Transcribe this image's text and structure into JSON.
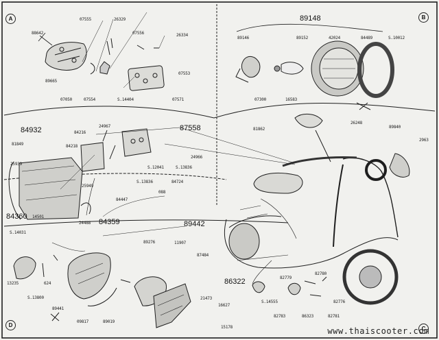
{
  "sections": {
    "a": "A",
    "b": "B",
    "c": "C",
    "d": "D"
  },
  "parts": {
    "p88642": "88642",
    "p07555": "07555",
    "p26329": "26329",
    "p07556": "07556",
    "p26334": "26334",
    "p89665": "89665",
    "p07553": "07553",
    "p07050": "07050",
    "p07554": "07554",
    "s14404": "S.14404",
    "p07571": "07571",
    "p89148": "89148",
    "p89146": "89146",
    "p89152": "89152",
    "p42024": "42024",
    "p84489": "84489",
    "s10012": "S.10012",
    "p07300": "07300",
    "p16583": "16583",
    "p87558": "87558",
    "p81862": "81862",
    "p26248": "26248",
    "p89840": "89840",
    "p2963": "2963",
    "p84932": "84932",
    "p84216": "84216",
    "p24967": "24967",
    "p81849": "81849",
    "p84218": "84218",
    "p24966": "24966",
    "s12041": "S.12041",
    "s13836a": "S.13836",
    "p25939": "25939",
    "s13836b": "S.13836",
    "p84724": "84724",
    "p25949": "25949",
    "p088": "088",
    "p84447": "84447",
    "p84360": "84360",
    "p14501": "14501",
    "p24488": "24488",
    "p84359": "84359",
    "p89442": "89442",
    "s14031": "S.14031",
    "p89276": "89276",
    "p11907": "11907",
    "p87484": "87484",
    "p13235": "13235",
    "p624": "624",
    "s13800": "S.13800",
    "p89441": "89441",
    "p09817": "09817",
    "p89019": "89019",
    "p21473": "21473",
    "p16627": "16627",
    "p15178": "15178",
    "p86322": "86322",
    "p82779": "82779",
    "p82780": "82780",
    "s14555": "S.14555",
    "p82776": "82776",
    "p82783": "82783",
    "p86323": "86323",
    "p82781": "82781"
  },
  "watermark": "www.thaiscooter.com"
}
